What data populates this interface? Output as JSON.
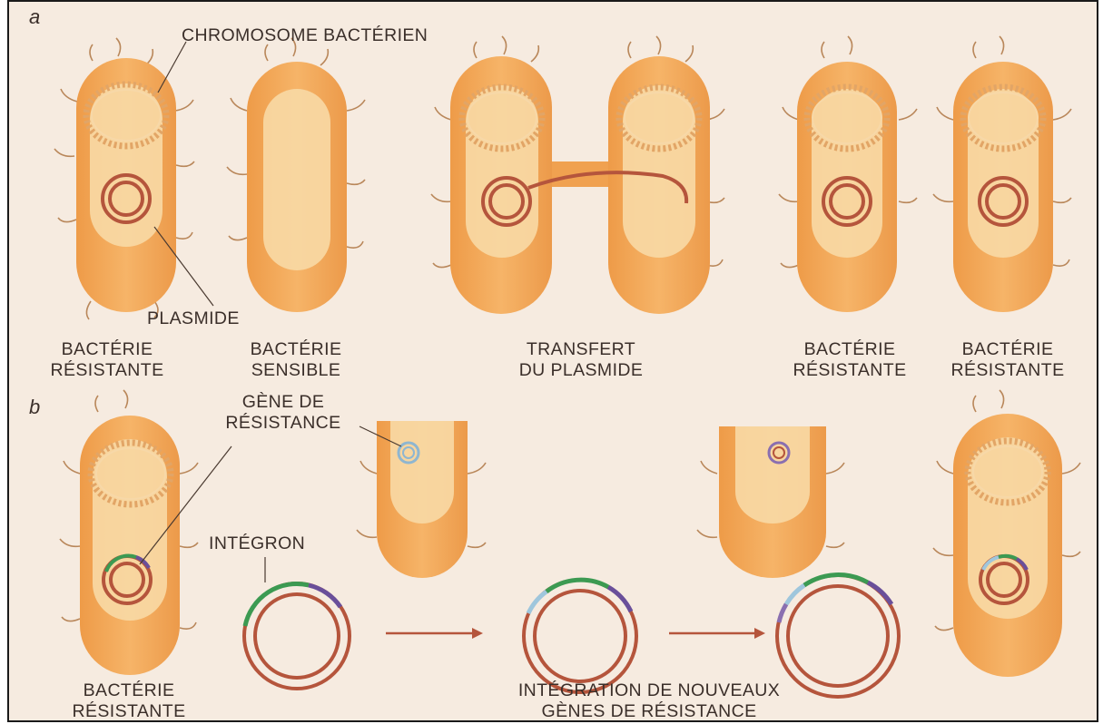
{
  "panels": {
    "a": "a",
    "b": "b"
  },
  "labels": {
    "chromosome": "CHROMOSOME BACTÉRIEN",
    "plasmide": "PLASMIDE",
    "gene_line1": "GÈNE DE",
    "gene_line2": "RÉSISTANCE",
    "integron": "INTÉGRON"
  },
  "captions_a": [
    {
      "line1": "BACTÉRIE",
      "line2": "RÉSISTANTE"
    },
    {
      "line1": "BACTÉRIE",
      "line2": "SENSIBLE"
    },
    {
      "line1": "TRANSFERT",
      "line2": "DU PLASMIDE"
    },
    {
      "line1": "BACTÉRIE",
      "line2": "RÉSISTANTE"
    },
    {
      "line1": "BACTÉRIE",
      "line2": "RÉSISTANTE"
    }
  ],
  "captions_b": [
    {
      "line1": "BACTÉRIE",
      "line2": "RÉSISTANTE"
    },
    {
      "line1": "INTÉGRATION DE NOUVEAUX",
      "line2": "GÈNES DE RÉSISTANCE"
    }
  ],
  "colors": {
    "background": "#f6ebe0",
    "cell_body": "#f3ad5e",
    "cytoplasm": "#f8d9a5",
    "plasmid_ring": "#b5553c",
    "chromosome": "#e9b77f",
    "gene_green": "#3c9a52",
    "gene_blue": "#9fc6dc",
    "gene_purple": "#6a4f9a"
  }
}
